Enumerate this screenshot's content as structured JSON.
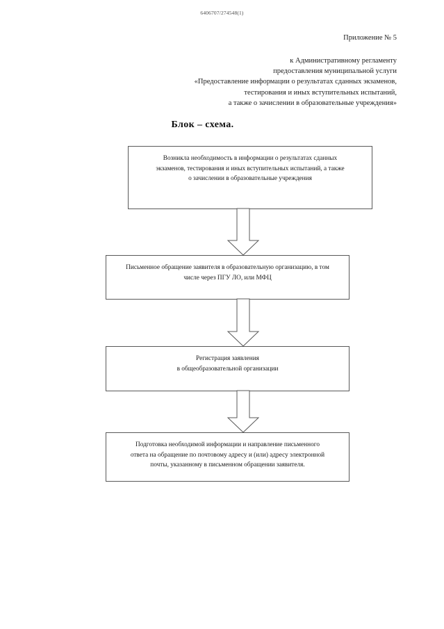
{
  "header": {
    "scan_code": "6406707/274548(1)"
  },
  "reference": {
    "appendix_label": "Приложение № 5",
    "lines": [
      "к Административному регламенту",
      "предоставления муниципальной услуги",
      "«Предоставление информации о результатах сданных экзаменов,",
      "тестирования и иных вступительных испытаний,",
      "а также о зачислении в образовательные учреждения»"
    ]
  },
  "chart": {
    "title": "Блок – схема.",
    "type": "flowchart",
    "orientation": "vertical",
    "node_count": 4,
    "connector_count": 3,
    "connector_style": "hollow-block-arrow-down",
    "border_color": "#585858",
    "background_color": "#ffffff",
    "nodes": [
      {
        "id": "node-1",
        "shape": "rectangle",
        "lines": [
          "Возникла необходимость в информации о результатах сданных",
          "экзаменов, тестирования и иных вступительных испытаний, а также",
          "о зачислении в образовательные учреждения"
        ]
      },
      {
        "id": "node-2",
        "shape": "rectangle",
        "lines": [
          "Письменное обращение заявителя в образовательную организацию, в том",
          "числе  через ПГУ ЛО, или МФЦ"
        ]
      },
      {
        "id": "node-3",
        "shape": "rectangle",
        "lines": [
          "Регистрация заявления",
          "в общеобразовательной организации"
        ]
      },
      {
        "id": "node-4",
        "shape": "rectangle",
        "lines": [
          "Подготовка необходимой информации и направление письменного",
          "ответа на обращение по почтовому адресу и (или) адресу электронной",
          "почты, указанному в письменном обращении заявителя."
        ]
      }
    ],
    "edges": [
      {
        "id": "edge-1",
        "from": "node-1",
        "to": "node-2",
        "label": ""
      },
      {
        "id": "edge-2",
        "from": "node-2",
        "to": "node-3",
        "label": ""
      },
      {
        "id": "edge-3",
        "from": "node-3",
        "to": "node-4",
        "label": ""
      }
    ]
  }
}
